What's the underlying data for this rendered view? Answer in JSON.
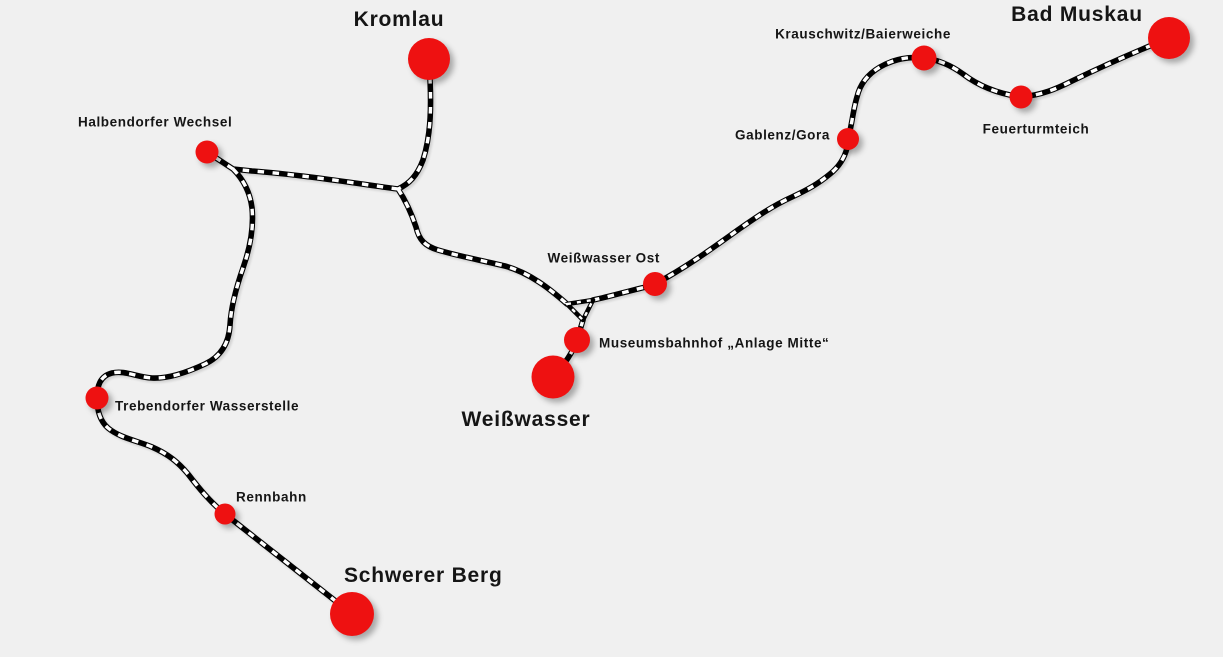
{
  "map": {
    "type": "railway-network-map",
    "colors": {
      "background": "#f0f0f0",
      "track": "#000000",
      "track_dash": "#ffffff",
      "station_dot": "#ee1111",
      "label_text": "#151515"
    },
    "stations": [
      {
        "id": "kromlau",
        "name": "Kromlau",
        "size": "large"
      },
      {
        "id": "bad-muskau",
        "name": "Bad Muskau",
        "size": "large"
      },
      {
        "id": "krauschwitz-baierweiche",
        "name": "Krauschwitz/Baierweiche",
        "size": "small"
      },
      {
        "id": "feuerturmteich",
        "name": "Feuerturmteich",
        "size": "small"
      },
      {
        "id": "gablenz-gora",
        "name": "Gablenz/Gora",
        "size": "small"
      },
      {
        "id": "weisswasser-ost",
        "name": "Weißwasser Ost",
        "size": "small"
      },
      {
        "id": "museumsbahnhof-anlage-mitte",
        "name": "Museumsbahnhof „Anlage Mitte“",
        "size": "small"
      },
      {
        "id": "weisswasser",
        "name": "Weißwasser",
        "size": "large"
      },
      {
        "id": "halbendorfer-wechsel",
        "name": "Halbendorfer Wechsel",
        "size": "small"
      },
      {
        "id": "trebendorfer-wasserstelle",
        "name": "Trebendorfer Wasserstelle",
        "size": "small"
      },
      {
        "id": "rennbahn",
        "name": "Rennbahn",
        "size": "small"
      },
      {
        "id": "schwerer-berg",
        "name": "Schwerer Berg",
        "size": "large"
      }
    ]
  }
}
